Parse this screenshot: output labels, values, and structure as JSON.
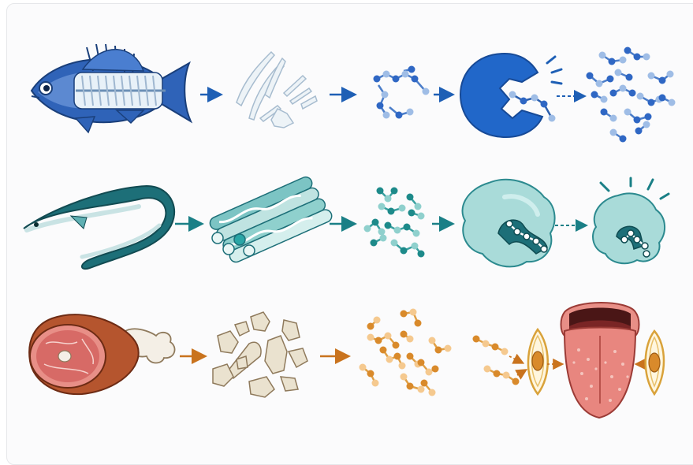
{
  "diagram": {
    "rows": [
      {
        "id": "fish",
        "theme_color": "#1f63b8",
        "stages": [
          "fish-skeleton-icon",
          "bone-fragments-icon",
          "peptide-chain-icon",
          "enzyme-cleaving-icon",
          "free-peptides-icon"
        ]
      },
      {
        "id": "eel",
        "theme_color": "#1a7f86",
        "stages": [
          "eel-icon",
          "collagen-fibers-icon",
          "peptide-chain-icon",
          "receptor-binding-icon",
          "receptor-activation-icon"
        ]
      },
      {
        "id": "ham",
        "theme_color": "#c9731e",
        "stages": [
          "ham-leg-icon",
          "meat-fragments-icon",
          "peptide-chain-icon",
          "taste-cells-icon",
          "tongue-icon"
        ]
      }
    ],
    "colors": {
      "fish_blue": "#2f67c4",
      "eel_teal": "#1d6f78",
      "ham_orange": "#d98a2b",
      "tongue_pink": "#e8867f"
    }
  }
}
